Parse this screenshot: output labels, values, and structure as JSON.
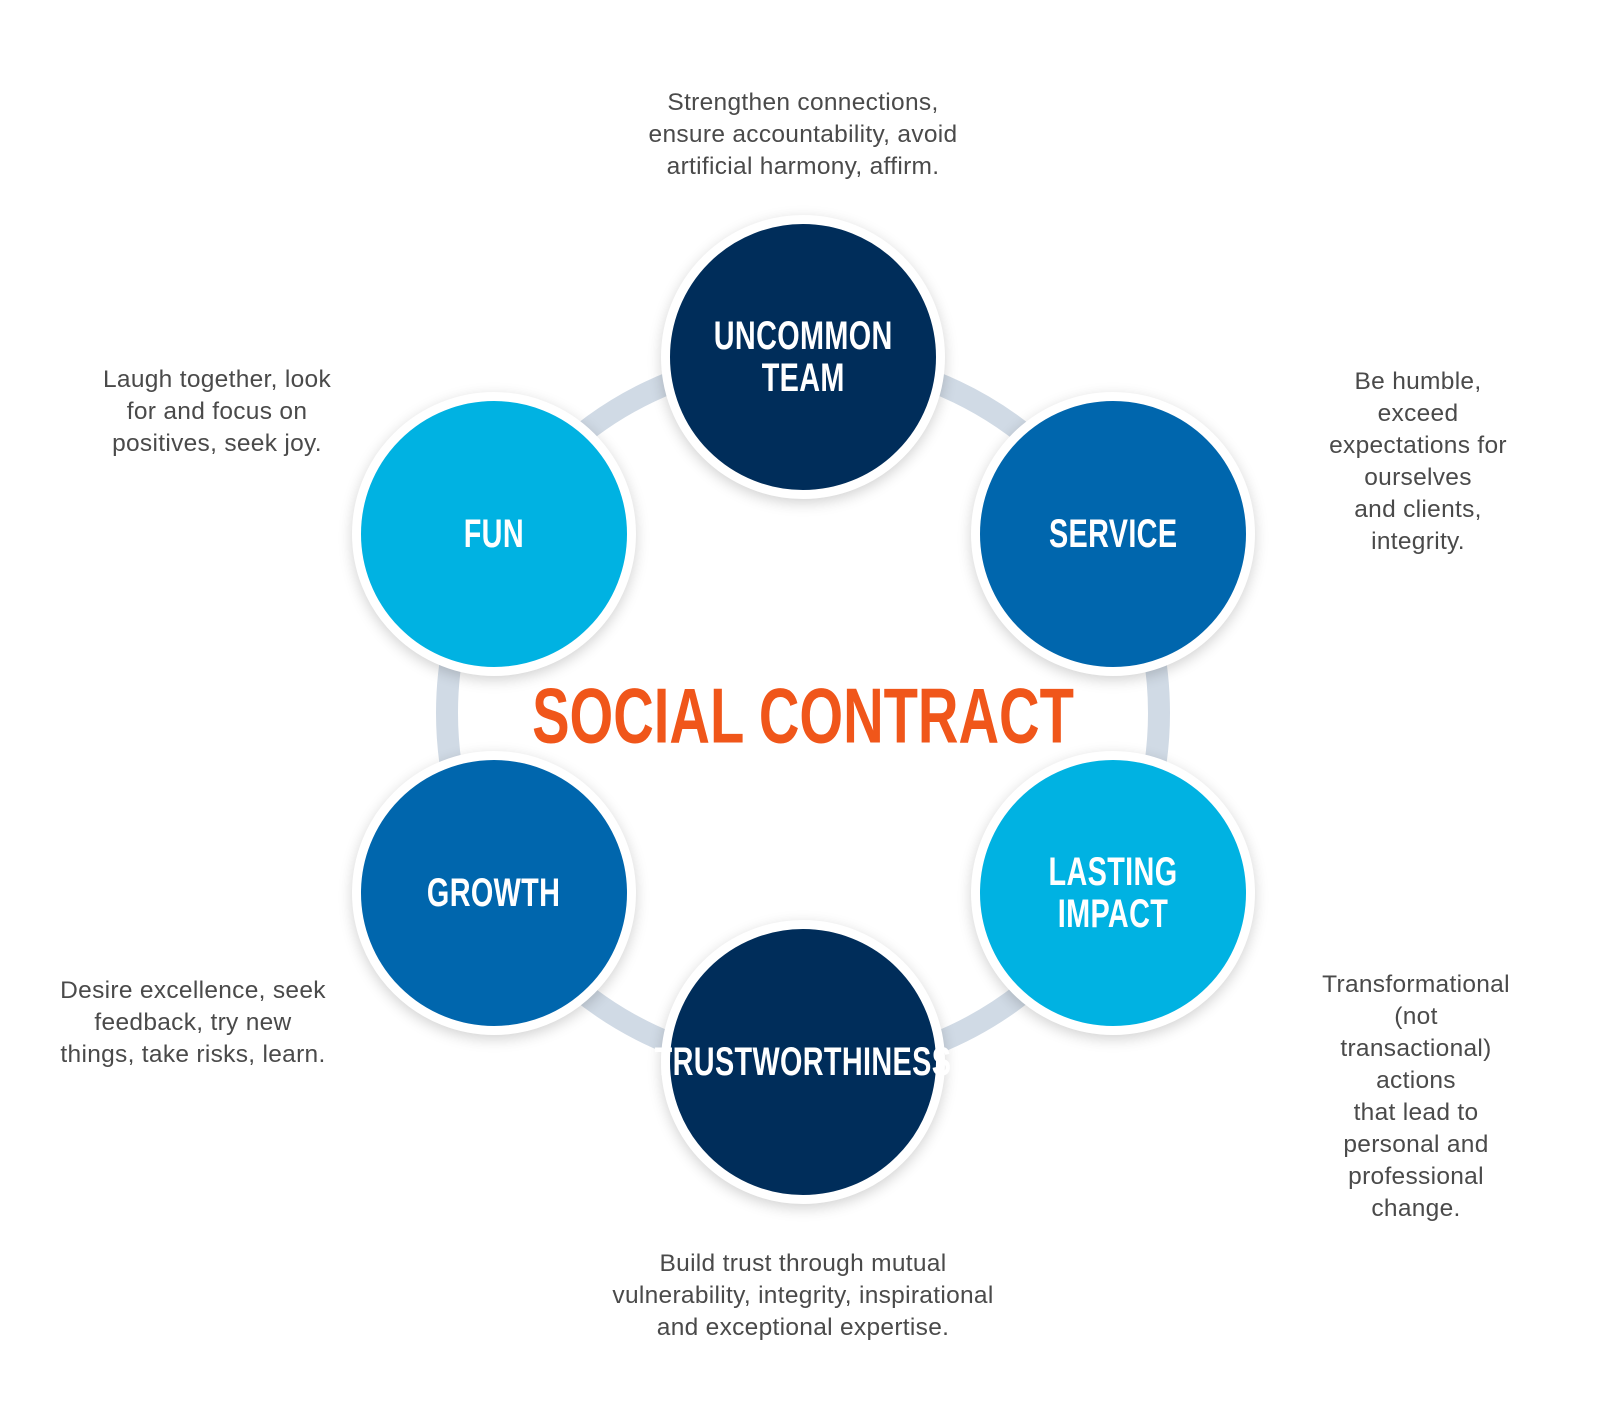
{
  "title": "SOCIAL CONTRACT",
  "colors": {
    "dark": "#002d5a",
    "mid": "#0066ad",
    "light": "#00b2e2",
    "accent": "#f0561a",
    "ring": "#d0dae5",
    "text": "#4a4a4a"
  },
  "values": [
    {
      "label": "UNCOMMON\nTEAM",
      "description": "Strengthen connections,\nensure accountability, avoid\nartificial harmony, affirm."
    },
    {
      "label": "SERVICE",
      "description": "Be humble, exceed\nexpectations for ourselves\nand clients, integrity."
    },
    {
      "label": "LASTING IMPACT",
      "description": "Transformational (not\ntransactional) actions\nthat lead to personal and\nprofessional change."
    },
    {
      "label": "TRUSTWORTHINESS",
      "description": "Build trust through mutual\nvulnerability, integrity, inspirational\nand exceptional expertise."
    },
    {
      "label": "GROWTH",
      "description": "Desire excellence, seek\nfeedback, try new\nthings, take risks, learn."
    },
    {
      "label": "FUN",
      "description": "Laugh together, look\nfor and focus on\npositives, seek joy."
    }
  ]
}
